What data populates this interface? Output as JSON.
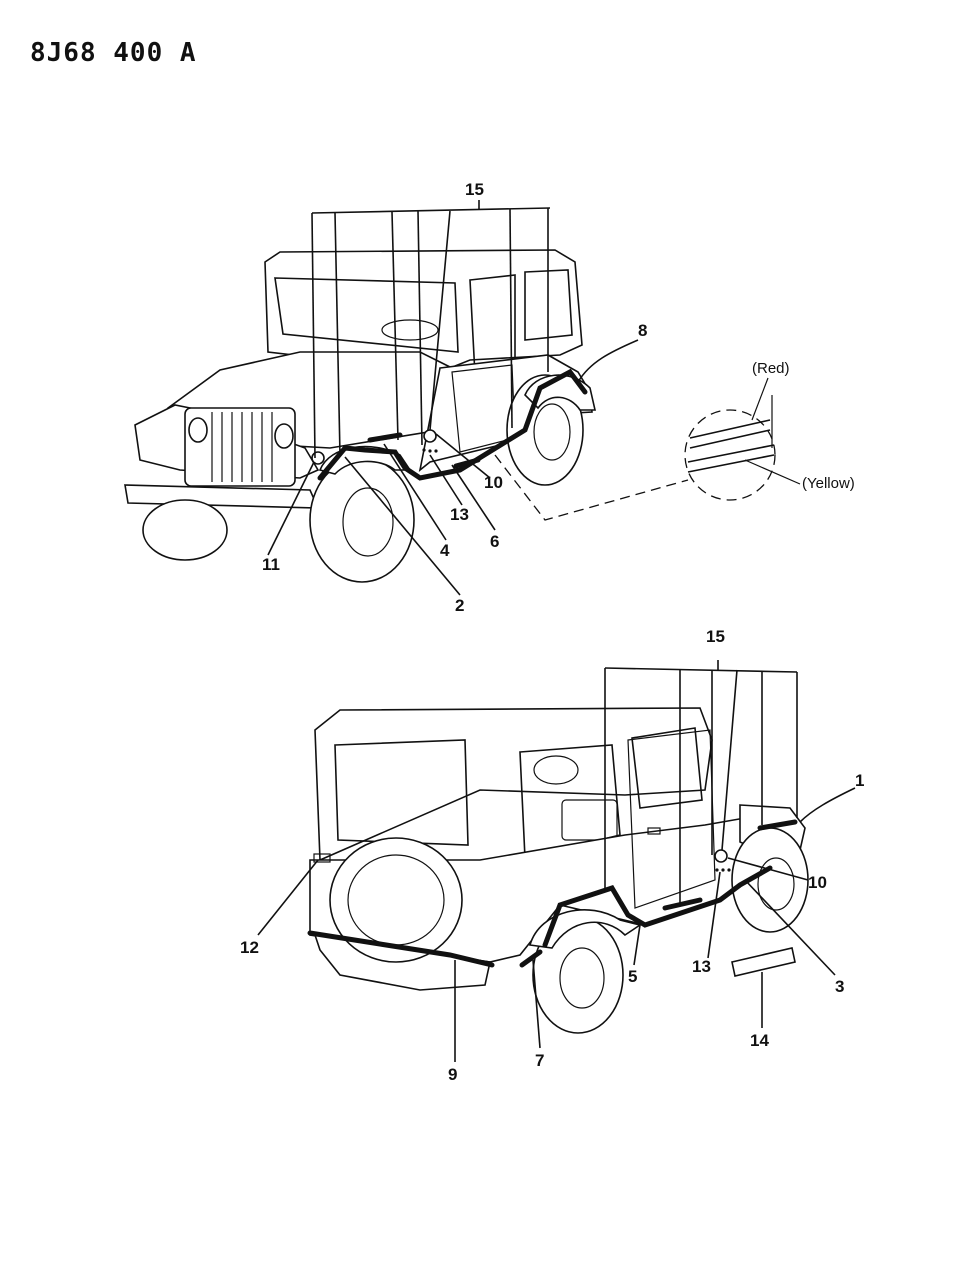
{
  "document": {
    "code": "8J68 400 A"
  },
  "callouts_front": {
    "c15": "15",
    "c8": "8",
    "c10": "10",
    "c13": "13",
    "c6": "6",
    "c4": "4",
    "c11": "11",
    "c2": "2"
  },
  "detail": {
    "red": "(Red)",
    "yellow": "(Yellow)"
  },
  "callouts_rear": {
    "c15": "15",
    "c1": "1",
    "c10": "10",
    "c12": "12",
    "c5": "5",
    "c13": "13",
    "c3": "3",
    "c14": "14",
    "c9": "9",
    "c7": "7"
  }
}
